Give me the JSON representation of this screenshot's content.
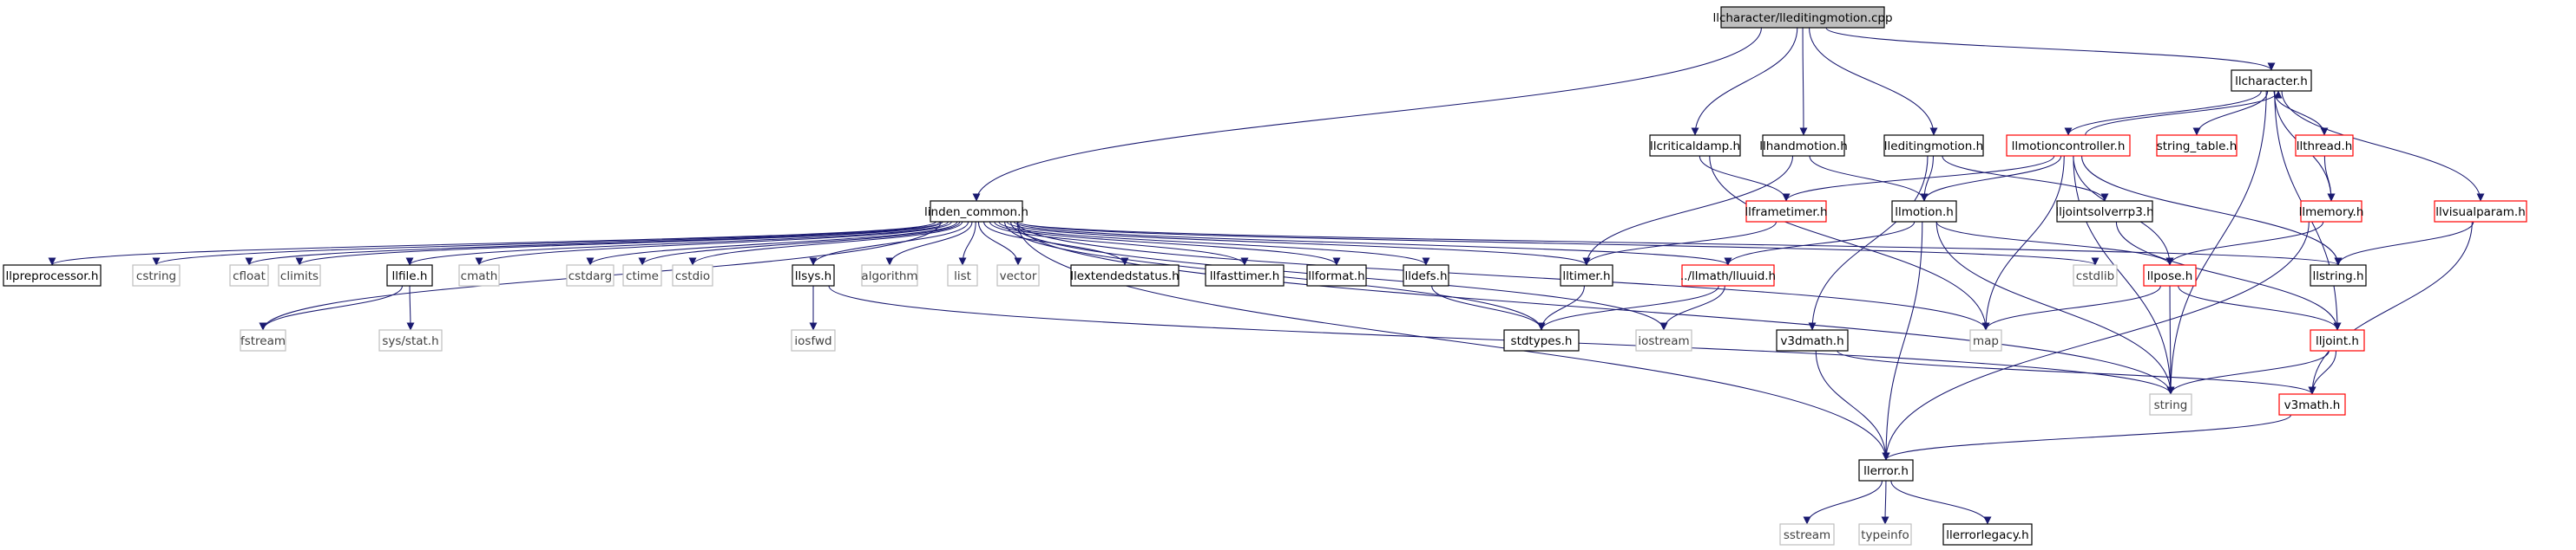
{
  "colors": {
    "edge": "#191970",
    "root_fill": "#bfbfbf",
    "normal_border": "#000000",
    "truncated_border": "#ff0000",
    "external_border": "#bfbfbf",
    "external_text": "#404040"
  },
  "nodes": [
    {
      "id": "root",
      "label": "llcharacter/lleditingmotion.cpp",
      "kind": "root"
    },
    {
      "id": "character",
      "label": "llcharacter.h",
      "kind": "normal"
    },
    {
      "id": "linden",
      "label": "linden_common.h",
      "kind": "normal"
    },
    {
      "id": "critical",
      "label": "llcriticaldamp.h",
      "kind": "normal"
    },
    {
      "id": "hand",
      "label": "llhandmotion.h",
      "kind": "normal"
    },
    {
      "id": "editing",
      "label": "lleditingmotion.h",
      "kind": "normal"
    },
    {
      "id": "motionctrl",
      "label": "llmotioncontroller.h",
      "kind": "truncated"
    },
    {
      "id": "stringtable",
      "label": "string_table.h",
      "kind": "truncated"
    },
    {
      "id": "thread",
      "label": "llthread.h",
      "kind": "truncated"
    },
    {
      "id": "frametimer",
      "label": "llframetimer.h",
      "kind": "truncated"
    },
    {
      "id": "motion",
      "label": "llmotion.h",
      "kind": "normal"
    },
    {
      "id": "jointsolver",
      "label": "lljointsolverrp3.h",
      "kind": "normal"
    },
    {
      "id": "memory",
      "label": "llmemory.h",
      "kind": "truncated"
    },
    {
      "id": "visualparam",
      "label": "llvisualparam.h",
      "kind": "truncated"
    },
    {
      "id": "preproc",
      "label": "llpreprocessor.h",
      "kind": "normal"
    },
    {
      "id": "cstring",
      "label": "cstring",
      "kind": "external"
    },
    {
      "id": "cfloat",
      "label": "cfloat",
      "kind": "external"
    },
    {
      "id": "climits",
      "label": "climits",
      "kind": "external"
    },
    {
      "id": "llfile",
      "label": "llfile.h",
      "kind": "normal"
    },
    {
      "id": "cmath",
      "label": "cmath",
      "kind": "external"
    },
    {
      "id": "cstdarg",
      "label": "cstdarg",
      "kind": "external"
    },
    {
      "id": "ctime",
      "label": "ctime",
      "kind": "external"
    },
    {
      "id": "cstdio",
      "label": "cstdio",
      "kind": "external"
    },
    {
      "id": "llsys",
      "label": "llsys.h",
      "kind": "normal"
    },
    {
      "id": "algorithm",
      "label": "algorithm",
      "kind": "external"
    },
    {
      "id": "list",
      "label": "list",
      "kind": "external"
    },
    {
      "id": "vector",
      "label": "vector",
      "kind": "external"
    },
    {
      "id": "extstatus",
      "label": "llextendedstatus.h",
      "kind": "normal"
    },
    {
      "id": "fasttimer",
      "label": "llfasttimer.h",
      "kind": "normal"
    },
    {
      "id": "format",
      "label": "llformat.h",
      "kind": "normal"
    },
    {
      "id": "defs",
      "label": "lldefs.h",
      "kind": "normal"
    },
    {
      "id": "timer",
      "label": "lltimer.h",
      "kind": "normal"
    },
    {
      "id": "uuid",
      "label": "../llmath/lluuid.h",
      "kind": "truncated"
    },
    {
      "id": "cstdlib",
      "label": "cstdlib",
      "kind": "external"
    },
    {
      "id": "pose",
      "label": "llpose.h",
      "kind": "truncated"
    },
    {
      "id": "llstring",
      "label": "llstring.h",
      "kind": "normal"
    },
    {
      "id": "fstream",
      "label": "fstream",
      "kind": "external"
    },
    {
      "id": "sysstat",
      "label": "sys/stat.h",
      "kind": "external"
    },
    {
      "id": "iosfwd",
      "label": "iosfwd",
      "kind": "external"
    },
    {
      "id": "stdtypes",
      "label": "stdtypes.h",
      "kind": "normal"
    },
    {
      "id": "iostream",
      "label": "iostream",
      "kind": "external"
    },
    {
      "id": "v3dmath",
      "label": "v3dmath.h",
      "kind": "normal"
    },
    {
      "id": "map",
      "label": "map",
      "kind": "external"
    },
    {
      "id": "joint",
      "label": "lljoint.h",
      "kind": "truncated"
    },
    {
      "id": "string",
      "label": "string",
      "kind": "external"
    },
    {
      "id": "v3math",
      "label": "v3math.h",
      "kind": "truncated"
    },
    {
      "id": "error",
      "label": "llerror.h",
      "kind": "normal"
    },
    {
      "id": "sstream",
      "label": "sstream",
      "kind": "external"
    },
    {
      "id": "typeinfo",
      "label": "typeinfo",
      "kind": "external"
    },
    {
      "id": "errorlegacy",
      "label": "llerrorlegacy.h",
      "kind": "normal"
    }
  ],
  "edges": [
    [
      "root",
      "character"
    ],
    [
      "root",
      "linden"
    ],
    [
      "root",
      "critical"
    ],
    [
      "root",
      "hand"
    ],
    [
      "root",
      "editing"
    ],
    [
      "character",
      "motionctrl"
    ],
    [
      "character",
      "stringtable"
    ],
    [
      "character",
      "thread"
    ],
    [
      "character",
      "memory"
    ],
    [
      "character",
      "visualparam"
    ],
    [
      "character",
      "joint"
    ],
    [
      "character",
      "string"
    ],
    [
      "motionctrl",
      "character"
    ],
    [
      "motionctrl",
      "frametimer"
    ],
    [
      "motionctrl",
      "motion"
    ],
    [
      "motionctrl",
      "pose"
    ],
    [
      "motionctrl",
      "map"
    ],
    [
      "motionctrl",
      "string"
    ],
    [
      "motionctrl",
      "llstring"
    ],
    [
      "critical",
      "frametimer"
    ],
    [
      "critical",
      "map"
    ],
    [
      "hand",
      "motion"
    ],
    [
      "hand",
      "timer"
    ],
    [
      "editing",
      "motion"
    ],
    [
      "editing",
      "jointsolver"
    ],
    [
      "editing",
      "v3dmath"
    ],
    [
      "thread",
      "memory"
    ],
    [
      "memory",
      "pose"
    ],
    [
      "memory",
      "error"
    ],
    [
      "visualparam",
      "llstring"
    ],
    [
      "visualparam",
      "v3math"
    ],
    [
      "frametimer",
      "timer"
    ],
    [
      "motion",
      "pose"
    ],
    [
      "motion",
      "uuid"
    ],
    [
      "motion",
      "error"
    ],
    [
      "motion",
      "string"
    ],
    [
      "jointsolver",
      "joint"
    ],
    [
      "linden",
      "preproc"
    ],
    [
      "linden",
      "cstring"
    ],
    [
      "linden",
      "cfloat"
    ],
    [
      "linden",
      "climits"
    ],
    [
      "linden",
      "llfile"
    ],
    [
      "linden",
      "cmath"
    ],
    [
      "linden",
      "cstdarg"
    ],
    [
      "linden",
      "ctime"
    ],
    [
      "linden",
      "cstdio"
    ],
    [
      "linden",
      "llsys"
    ],
    [
      "linden",
      "algorithm"
    ],
    [
      "linden",
      "list"
    ],
    [
      "linden",
      "vector"
    ],
    [
      "linden",
      "extstatus"
    ],
    [
      "linden",
      "fasttimer"
    ],
    [
      "linden",
      "format"
    ],
    [
      "linden",
      "defs"
    ],
    [
      "linden",
      "timer"
    ],
    [
      "linden",
      "uuid"
    ],
    [
      "linden",
      "cstdlib"
    ],
    [
      "linden",
      "llstring"
    ],
    [
      "linden",
      "fstream"
    ],
    [
      "linden",
      "stdtypes"
    ],
    [
      "linden",
      "map"
    ],
    [
      "linden",
      "string"
    ],
    [
      "linden",
      "error"
    ],
    [
      "linden",
      "iostream"
    ],
    [
      "llfile",
      "fstream"
    ],
    [
      "llfile",
      "sysstat"
    ],
    [
      "llsys",
      "iosfwd"
    ],
    [
      "llsys",
      "string"
    ],
    [
      "defs",
      "stdtypes"
    ],
    [
      "timer",
      "stdtypes"
    ],
    [
      "uuid",
      "stdtypes"
    ],
    [
      "uuid",
      "iostream"
    ],
    [
      "pose",
      "map"
    ],
    [
      "pose",
      "string"
    ],
    [
      "pose",
      "joint"
    ],
    [
      "joint",
      "string"
    ],
    [
      "joint",
      "v3math"
    ],
    [
      "v3dmath",
      "error"
    ],
    [
      "v3dmath",
      "v3math"
    ],
    [
      "v3math",
      "error"
    ],
    [
      "error",
      "sstream"
    ],
    [
      "error",
      "typeinfo"
    ],
    [
      "error",
      "errorlegacy"
    ]
  ]
}
